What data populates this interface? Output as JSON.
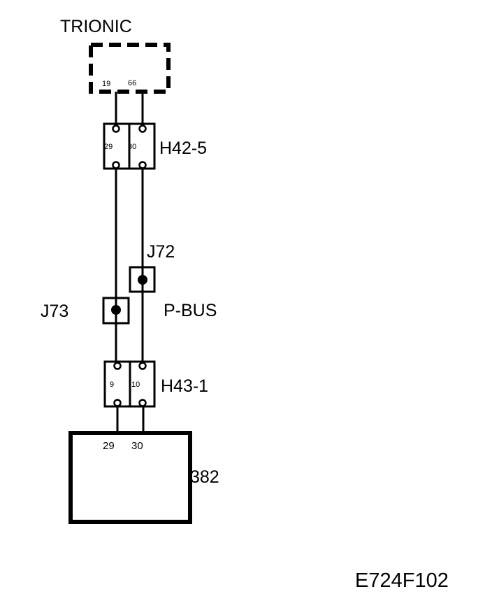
{
  "trionic": {
    "label": "TRIONIC",
    "pin_a": "19",
    "pin_b": "66"
  },
  "h42": {
    "label": "H42-5",
    "pin_a": "29",
    "pin_b": "30"
  },
  "j72": {
    "label": "J72"
  },
  "j73": {
    "label": "J73"
  },
  "bus": {
    "label": "P-BUS"
  },
  "h43": {
    "label": "H43-1",
    "pin_a": "9",
    "pin_b": "10"
  },
  "module": {
    "label": "382",
    "pin_a": "29",
    "pin_b": "30"
  },
  "figure_ref": "E724F102"
}
